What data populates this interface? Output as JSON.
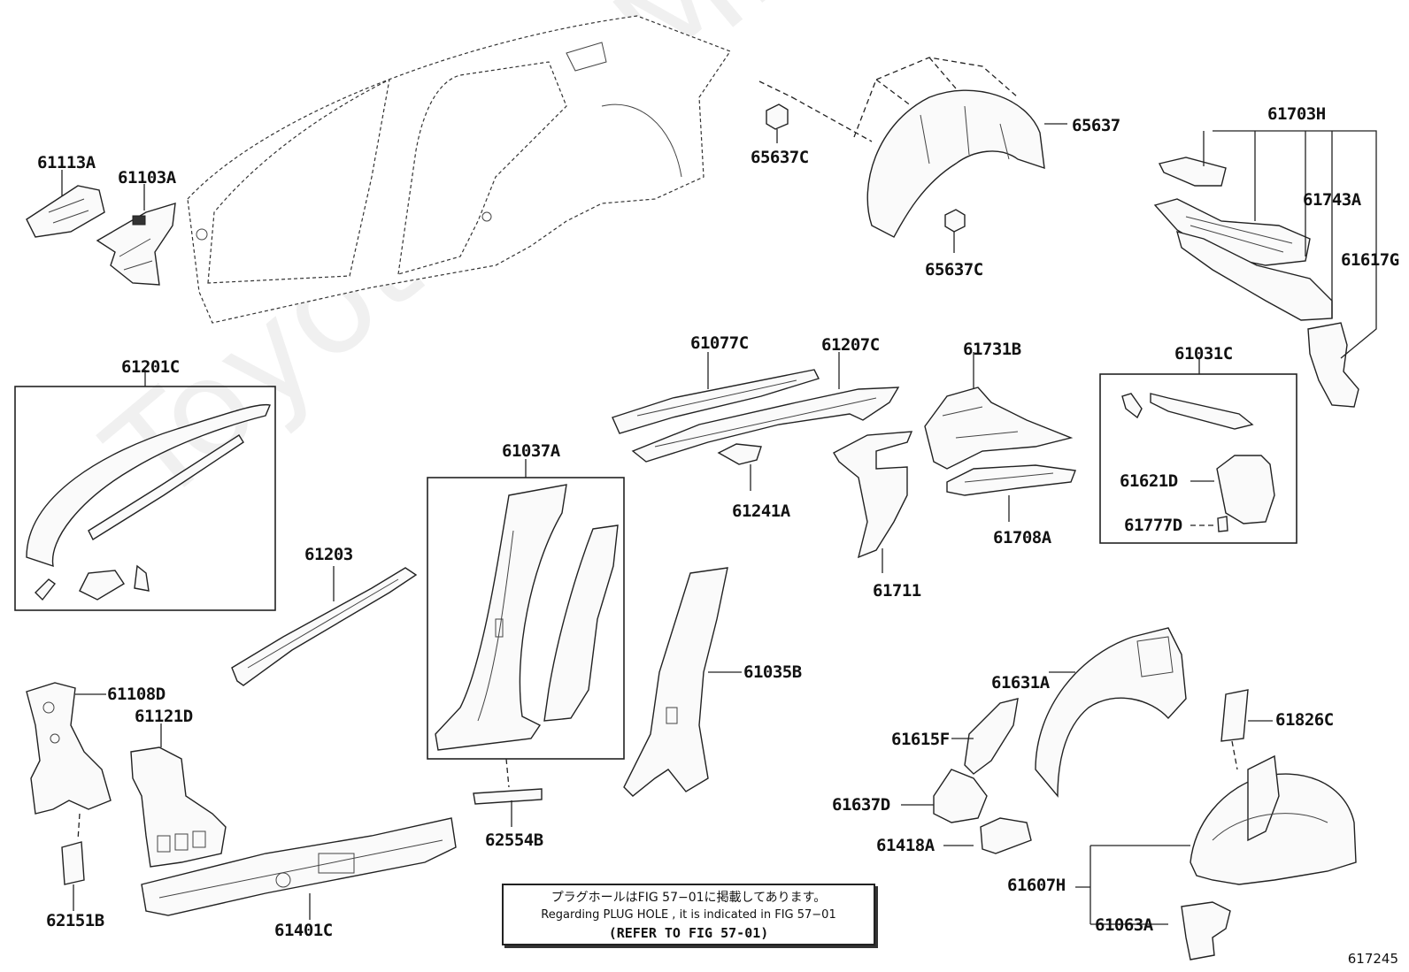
{
  "watermark": "ToyotaCarMine.ru",
  "figure_code": "617245",
  "note": {
    "jp": "プラグホールはFIG 57−01に掲載してあります。",
    "en": "Regarding PLUG HOLE , it is indicated in FIG 57−01",
    "ref": "(REFER TO FIG 57-01)"
  },
  "parts": {
    "p61113A": "61113A",
    "p61103A": "61103A",
    "p65637C_1": "65637C",
    "p65637": "65637",
    "p65637C_2": "65637C",
    "p61703H": "61703H",
    "p61743A": "61743A",
    "p61617G": "61617G",
    "p61201C": "61201C",
    "p61077C": "61077C",
    "p61207C": "61207C",
    "p61731B": "61731B",
    "p61031C": "61031C",
    "p61037A": "61037A",
    "p61241A": "61241A",
    "p61621D": "61621D",
    "p61708A": "61708A",
    "p61777D": "61777D",
    "p61203": "61203",
    "p61711": "61711",
    "p61631A": "61631A",
    "p61035B": "61035B",
    "p61108D": "61108D",
    "p61826C": "61826C",
    "p61121D": "61121D",
    "p61615F": "61615F",
    "p61637D": "61637D",
    "p62554B": "62554B",
    "p61418A": "61418A",
    "p61607H": "61607H",
    "p62151B": "62151B",
    "p61401C": "61401C",
    "p61063A": "61063A"
  }
}
